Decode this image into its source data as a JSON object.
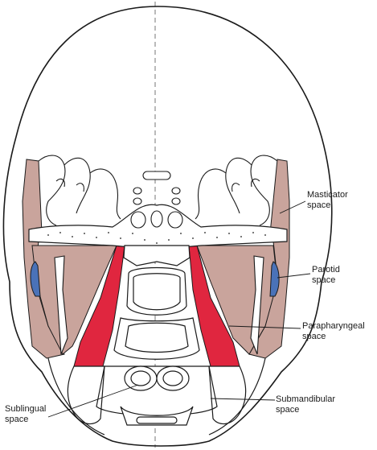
{
  "labels": {
    "masticator": "Masticator\nspace",
    "parotid": "Parotid\nspace",
    "parapharyngeal": "Parapharyngeal\nspace",
    "submandibular": "Submandibular\nspace",
    "sublingual": "Sublingual\nspace"
  },
  "colors": {
    "masticator_fill": "#c9a49c",
    "parotid_fill": "#4a72b8",
    "parapharyngeal_fill": "#e0263f",
    "outline": "#1a1a1a"
  }
}
